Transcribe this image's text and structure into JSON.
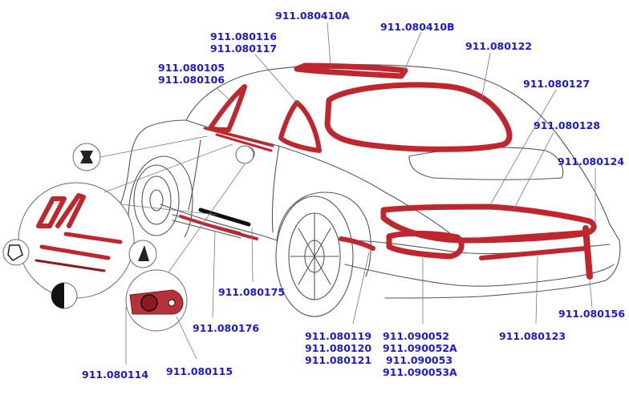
{
  "colors": {
    "label": "#1a1ad6",
    "seal": "#c0262e",
    "seal_dark": "#8e1a20",
    "outline": "#555555",
    "leader": "#888888"
  },
  "labels": {
    "p410a": "911.080410A",
    "p410b": "911.080410B",
    "p116": "911.080116",
    "p117": "911.080117",
    "p122": "911.080122",
    "p105": "911.080105",
    "p106": "911.080106",
    "p127": "911.080127",
    "p128": "911.080128",
    "p124": "911.080124",
    "p175": "911.080175",
    "p176": "911.080176",
    "p156": "911.080156",
    "p119": "911.080119",
    "p120": "911.080120",
    "p121": "911.080121",
    "p052": "911.090052",
    "p052a": "911.090052A",
    "p053": "911.090053",
    "p053a": "911.090053A",
    "p123": "911.080123",
    "p114": "911.080114",
    "p115": "911.080115"
  }
}
